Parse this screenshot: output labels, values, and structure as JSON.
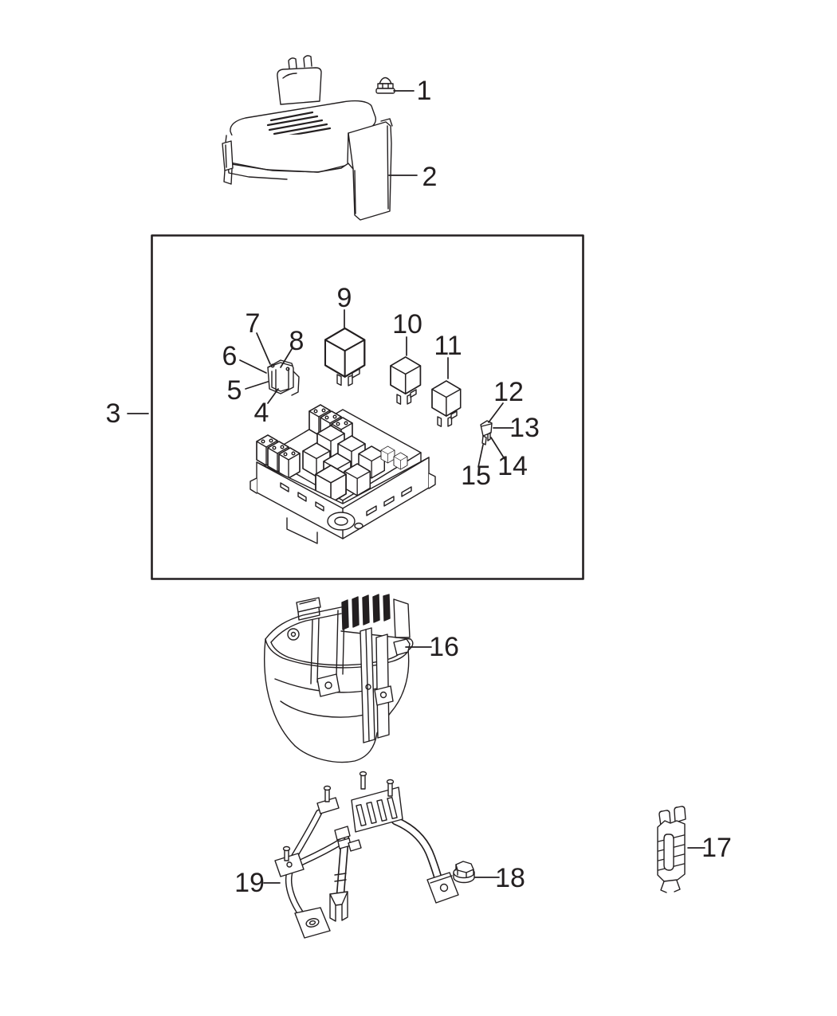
{
  "palette": {
    "background": "#ffffff",
    "line_color": "#231f20",
    "callout_color": "#231f20"
  },
  "diagram": {
    "callouts": [
      {
        "label": "1"
      },
      {
        "label": "2"
      },
      {
        "label": "3"
      },
      {
        "label": "4"
      },
      {
        "label": "5"
      },
      {
        "label": "6"
      },
      {
        "label": "7"
      },
      {
        "label": "8"
      },
      {
        "label": "9"
      },
      {
        "label": "10"
      },
      {
        "label": "11"
      },
      {
        "label": "12"
      },
      {
        "label": "13"
      },
      {
        "label": "14"
      },
      {
        "label": "15"
      },
      {
        "label": "16"
      },
      {
        "label": "17"
      },
      {
        "label": "18"
      },
      {
        "label": "19"
      }
    ]
  }
}
